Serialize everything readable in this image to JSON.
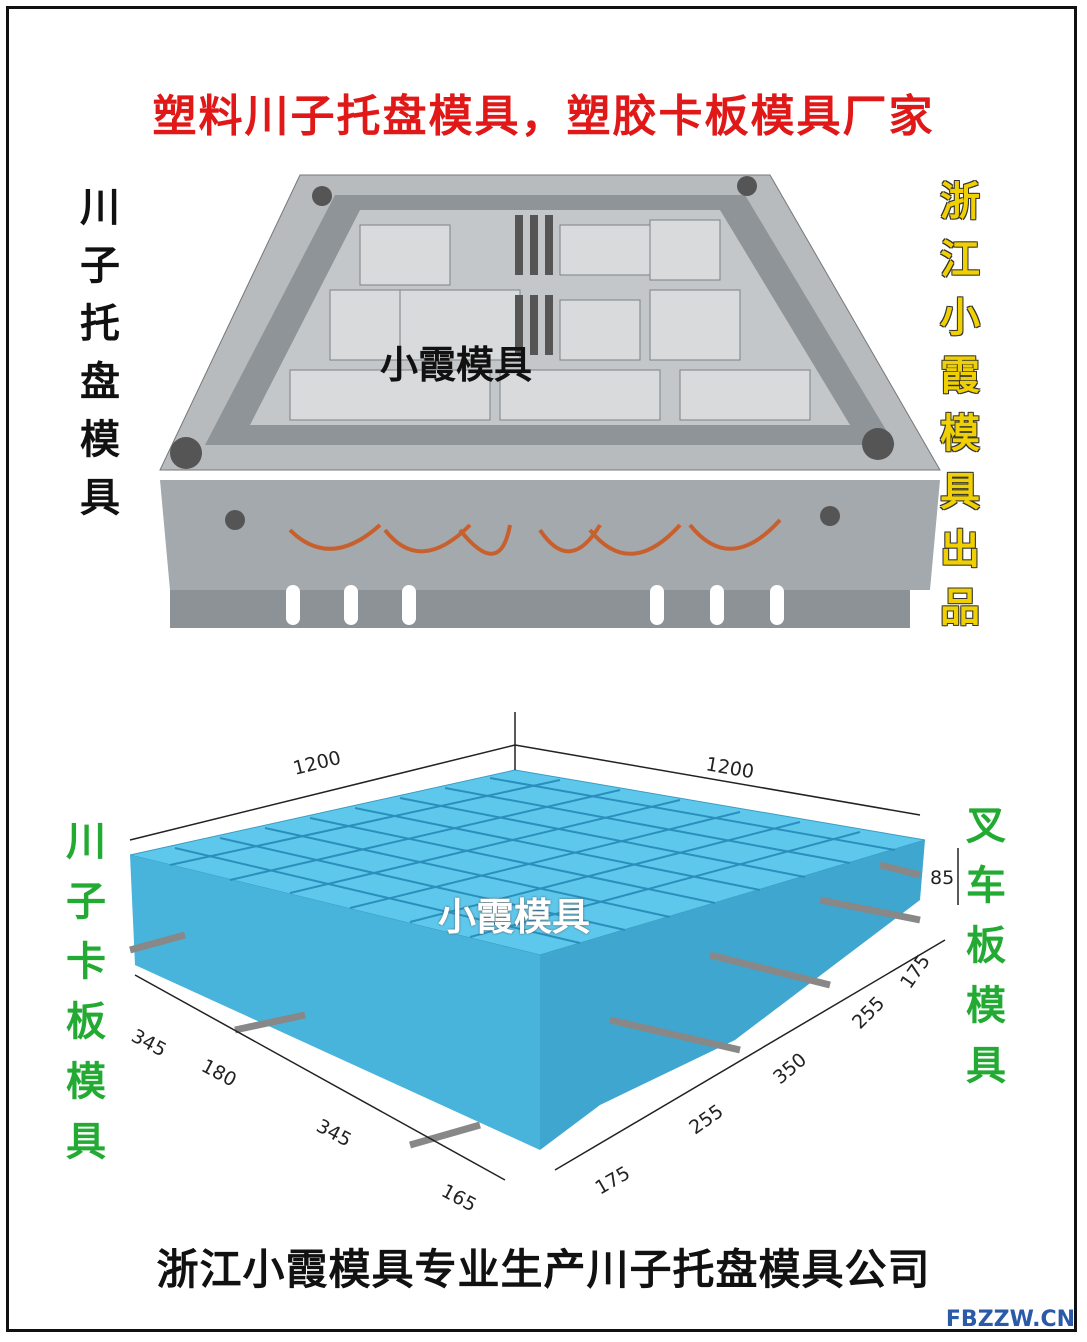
{
  "title": "塑料川子托盘模具，塑胶卡板模具厂家",
  "left_top_label": [
    "川",
    "子",
    "托",
    "盘",
    "模",
    "具"
  ],
  "right_top_label": [
    "浙",
    "江",
    "小",
    "霞",
    "模",
    "具",
    "出",
    "品"
  ],
  "left_bottom_label": [
    "川",
    "子",
    "卡",
    "板",
    "模",
    "具"
  ],
  "right_bottom_label": [
    "叉",
    "车",
    "板",
    "模",
    "具"
  ],
  "watermark_top": "小霞模具",
  "watermark_bottom": "小霞模具",
  "footer": "浙江小霞模具专业生产川子托盘模具公司",
  "site": "FBZZW.CN",
  "dimensions": {
    "length_left": "1200",
    "length_right": "1200",
    "height": "85",
    "left_1": "345",
    "left_2": "180",
    "left_3": "345",
    "left_4": "165",
    "right_1": "175",
    "right_2": "255",
    "right_3": "350",
    "right_4": "255",
    "right_5": "175"
  },
  "colors": {
    "title": "#e01818",
    "right_top": "#f0d000",
    "green": "#22aa33",
    "pallet": "#5ec8ec",
    "mold": "#9ea3a7"
  }
}
